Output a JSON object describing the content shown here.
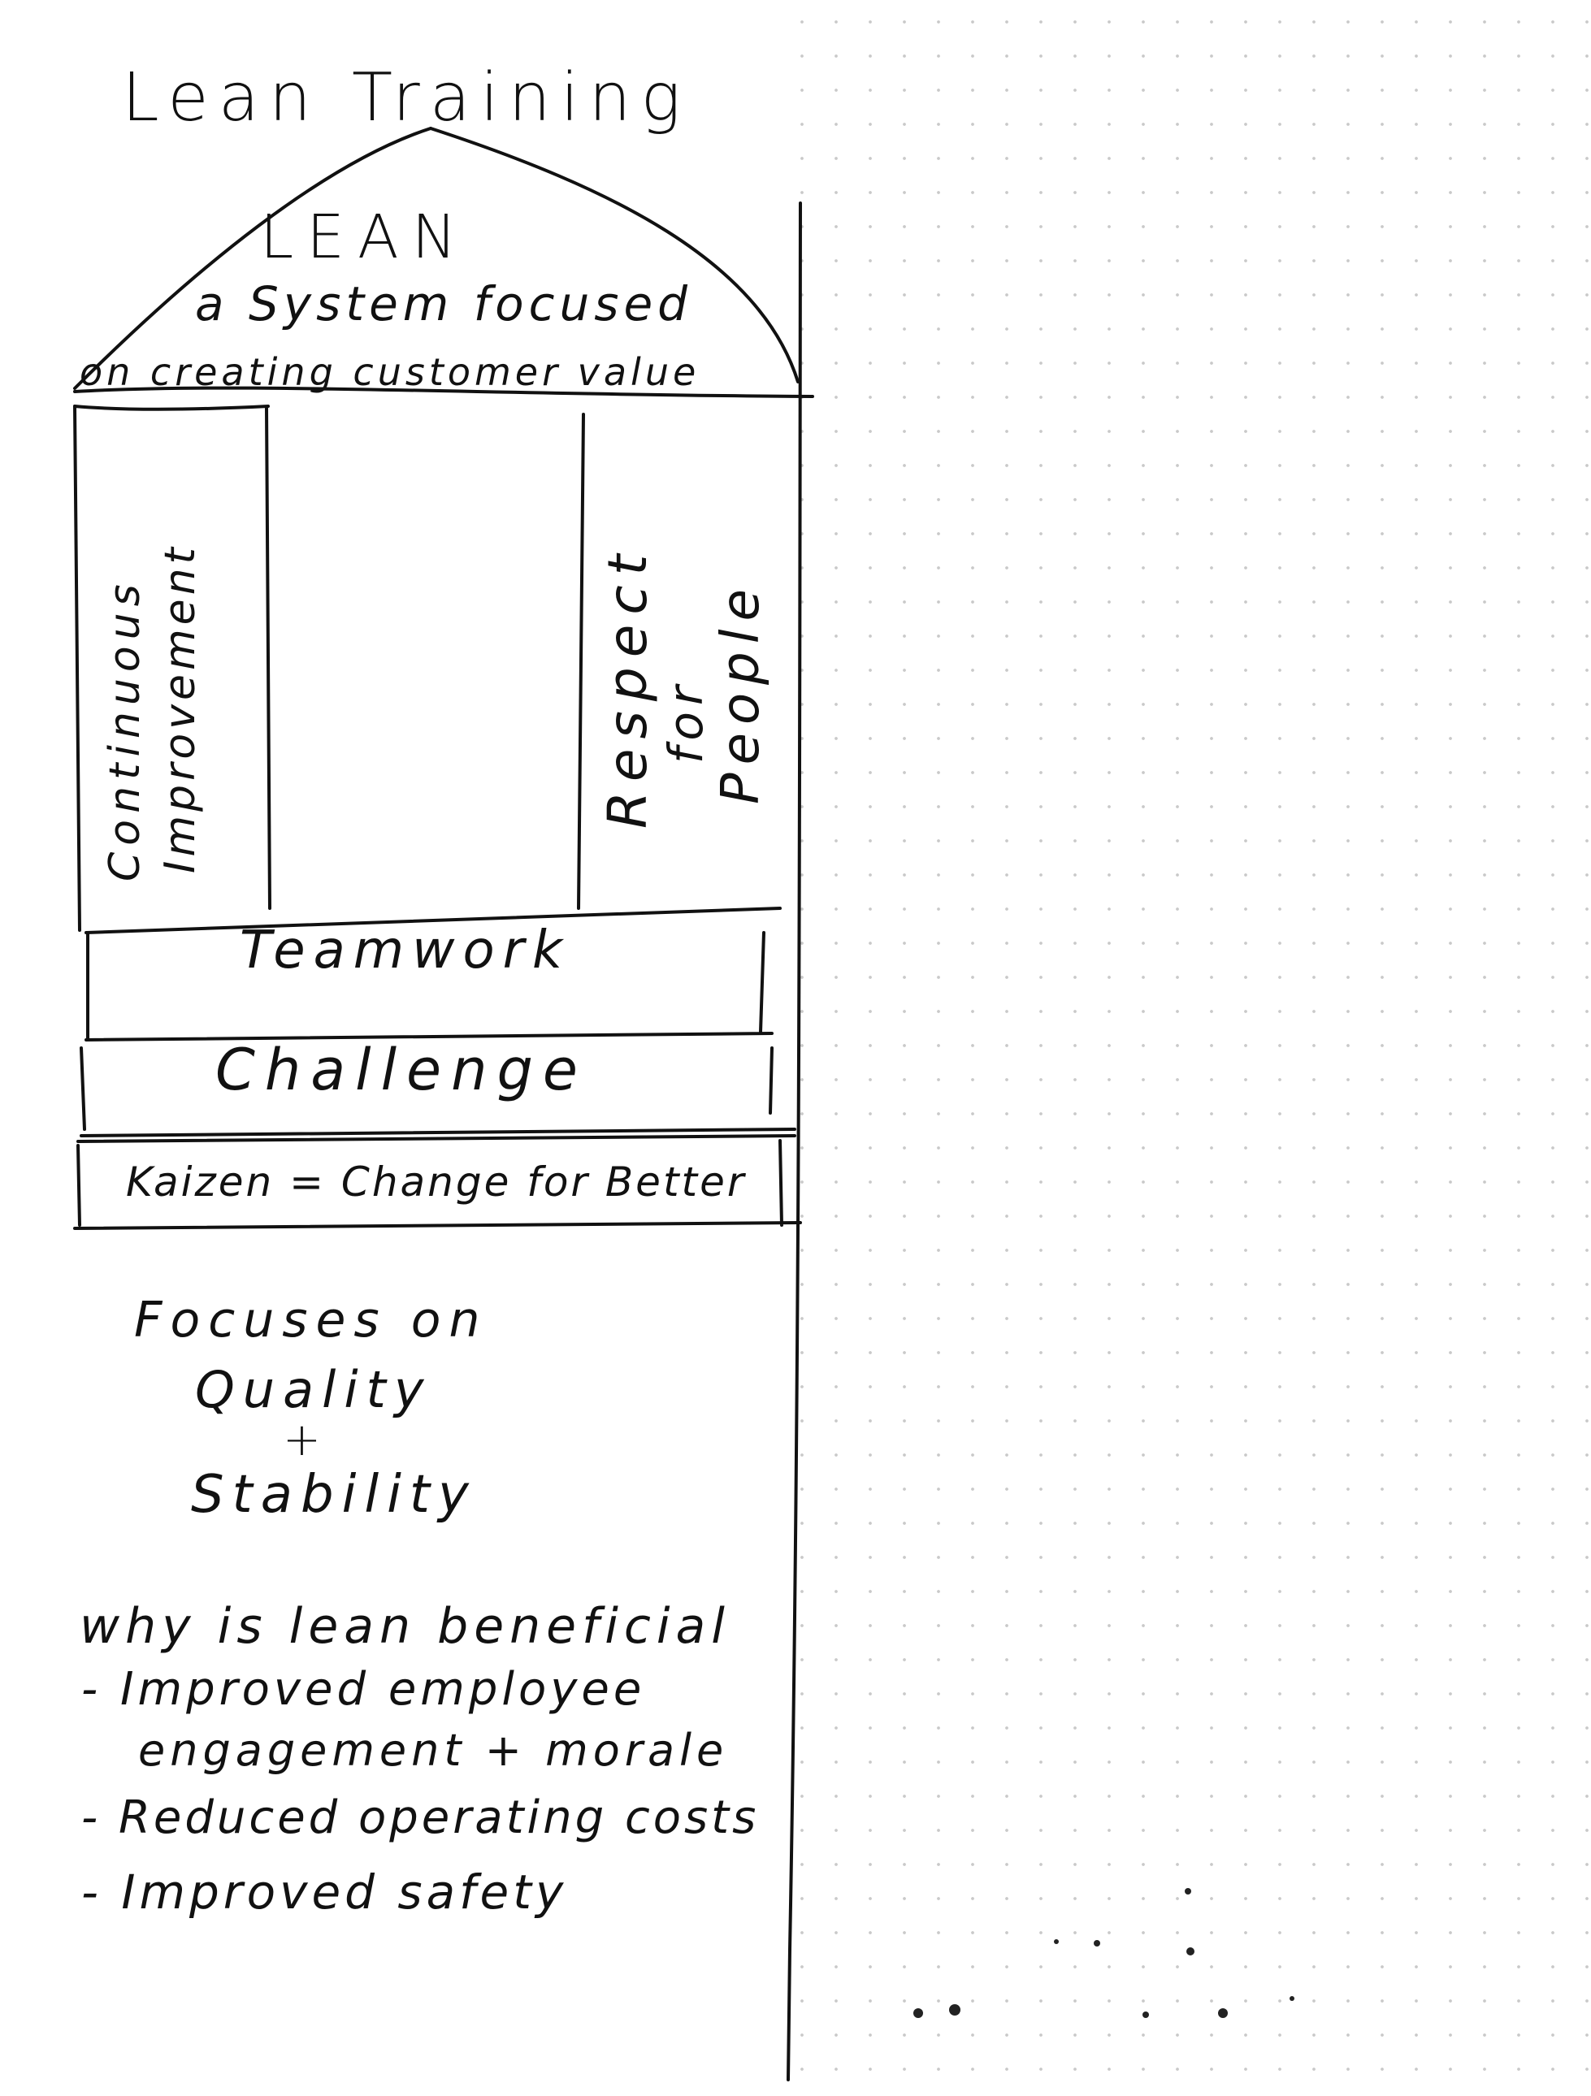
{
  "title": "Lean Training",
  "house": {
    "roof": {
      "heading": "LEAN",
      "line1": "a System focused",
      "line2": "on creating customer value"
    },
    "pillars": {
      "left": [
        "Continuous",
        "Improvement"
      ],
      "right": [
        "Respect",
        "for",
        "People"
      ]
    },
    "foundation": [
      "Teamwork",
      "Challenge",
      "Kaizen = Change for Better"
    ]
  },
  "focus": {
    "lead": "Focuses on",
    "item1": "Quality",
    "joiner": "+",
    "item2": "Stability"
  },
  "benefits": {
    "heading": "why is lean beneficial",
    "items": [
      "- Improved employee",
      "engagement + morale",
      "- Reduced operating costs",
      "- Improved safety"
    ]
  },
  "colors": {
    "ink": "#111111",
    "paper": "#ffffff",
    "dot_grid": "#c9c9c9"
  }
}
